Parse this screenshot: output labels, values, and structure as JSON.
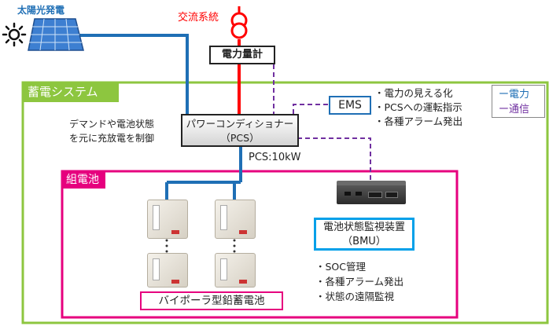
{
  "solar": {
    "label": "太陽光発電"
  },
  "grid": {
    "label": "交流系統"
  },
  "meter": {
    "label": "電力量計"
  },
  "storage_system": {
    "title": "蓄電システム"
  },
  "legend": {
    "power": "ー電力",
    "comm": "ー通信"
  },
  "pcs": {
    "line1": "パワーコンディショナー",
    "line2": "（PCS）",
    "rating": "PCS:10kW"
  },
  "pcs_note": {
    "line1": "デマンドや電池状態",
    "line2": "を元に充放電を制御"
  },
  "ems": {
    "label": "EMS",
    "notes": [
      "・電力の見える化",
      "・PCSへの運転指示",
      "・各種アラーム発出"
    ]
  },
  "battery_pack": {
    "title": "組電池",
    "battery_label": "バイポーラ型鉛蓄電池"
  },
  "bmu": {
    "line1": "電池状態監視装置",
    "line2": "（BMU）",
    "notes": [
      "・SOC管理",
      "・各種アラーム発出",
      "・状態の遠隔監視"
    ]
  },
  "colors": {
    "power_blue": "#1f6fb5",
    "comm_purple": "#7030a0",
    "grid_red": "#ff0000",
    "system_green": "#8dc63f",
    "pack_pink": "#e6007e",
    "bmu_cyan": "#00a0e9"
  },
  "icons": {
    "sun": "sun-icon",
    "panel": "solar-panel-icon",
    "transformer": "transformer-icon"
  }
}
